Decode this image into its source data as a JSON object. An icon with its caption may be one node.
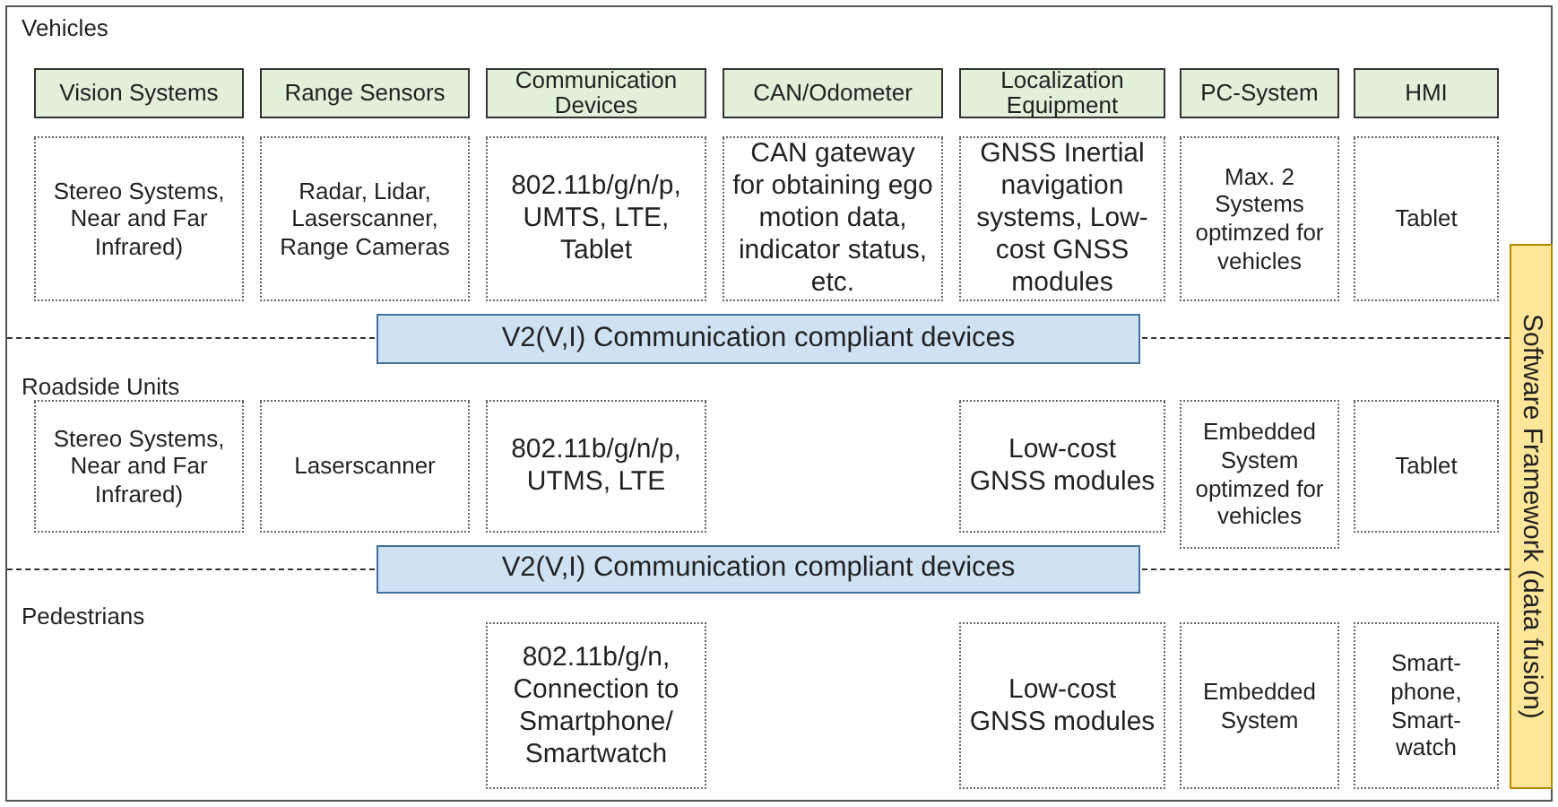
{
  "diagram": {
    "nodes": [
      {
        "text": [
          "Vehicles"
        ]
      },
      {
        "text": [
          "Vision Systems"
        ],
        "in": 0
      },
      {
        "text": [
          "Range Sensors"
        ],
        "in": 0
      },
      {
        "text": [
          "Communication Devices"
        ],
        "in": 0
      },
      {
        "text": [
          "CAN/Odometer"
        ],
        "in": 0
      },
      {
        "text": [
          "Localization Equipment"
        ],
        "in": 0
      },
      {
        "text": [
          "PC-System"
        ],
        "in": 0
      },
      {
        "text": [
          "HMI"
        ],
        "in": 0
      },
      {
        "text": [
          "Stereo Systems, Near and Far Infrared)"
        ],
        "in": 0
      },
      {
        "text": [
          "Radar, Lidar, Laserscanner, Range Cameras"
        ],
        "in": 0
      },
      {
        "text": [
          "802.11b/g/n/p, UMTS, LTE, Tablet"
        ],
        "in": 0
      },
      {
        "text": [
          "CAN gateway for obtaining ego motion data, indicator status, etc."
        ],
        "in": 0
      },
      {
        "text": [
          "GNSS Inertial navigation systems, Low-cost GNSS modules"
        ],
        "in": 0
      },
      {
        "text": [
          "Max. 2 Systems optimzed for vehicles"
        ],
        "in": 0
      },
      {
        "text": [
          "Tablet"
        ],
        "in": 0
      },
      {
        "text": [
          "V2(V,I) Communication compliant devices"
        ]
      },
      {
        "text": [
          "Roadside Units"
        ]
      },
      {
        "text": [
          "Stereo Systems, Near and Far Infrared)"
        ],
        "in": 16
      },
      {
        "text": [
          "Laserscanner"
        ],
        "in": 16
      },
      {
        "text": [
          "802.11b/g/n/p, UTMS, LTE"
        ],
        "in": 16
      },
      {
        "text": [
          "Low-cost GNSS modules"
        ],
        "in": 16
      },
      {
        "text": [
          "Embedded System optimzed for vehicles"
        ],
        "in": 16
      },
      {
        "text": [
          "Tablet"
        ],
        "in": 16
      },
      {
        "text": [
          "V2(V,I) Communication compliant devices"
        ]
      },
      {
        "text": [
          "Pedestrians"
        ]
      },
      {
        "text": [
          "802.11b/g/n, Connection to Smartphone/ Smartwatch"
        ],
        "in": 24
      },
      {
        "text": [
          "Low-cost GNSS modules"
        ],
        "in": 24
      },
      {
        "text": [
          "Embedded System"
        ],
        "in": 24
      },
      {
        "text": [
          "Smart-phone, Smart-watch"
        ],
        "in": 24
      },
      {
        "text": [
          "Software Framework (data fusion)"
        ]
      }
    ],
    "edges": []
  }
}
